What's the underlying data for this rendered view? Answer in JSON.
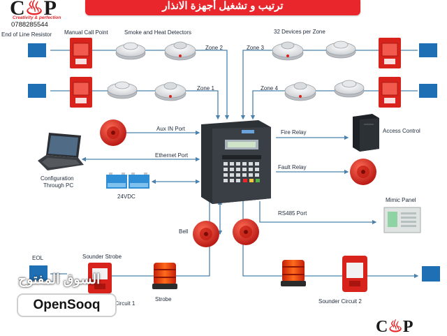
{
  "header": {
    "title": "ترتيب و تشغيل أجهزة الانذار"
  },
  "brand": {
    "logo_left": "C",
    "logo_mid": "♨",
    "logo_right": "P",
    "tagline": "Creativity & perfection",
    "phone": "0788285544"
  },
  "labels": {
    "eol_resistor": "End of Line Resistor",
    "manual_call_point": "Manual Call Point",
    "smoke_heat": "Smoke and Heat Detectors",
    "devices_per_zone": "32 Devices per Zone",
    "zone1": "Zone 1",
    "zone2": "Zone 2",
    "zone3": "Zone 3",
    "zone4": "Zone 4",
    "aux_in": "Aux IN Port",
    "ethernet": "Ethernet Port",
    "fire_relay": "Fire Relay",
    "access_control": "Access Control",
    "fault_relay": "Fault Relay",
    "config_1": "Configuration",
    "config_2": "Through PC",
    "vdc": "24VDC",
    "rs485": "RS485 Port",
    "mimic": "Mimic Panel",
    "bell": "Bell",
    "eol": "EOL",
    "sounder_strobe": "Sounder Strobe",
    "circuit1": "Circuit 1",
    "strobe": "Strobe",
    "sounder_circuit2": "Sounder Circuit 2"
  },
  "watermark": {
    "arabic": "السوق المفتوح",
    "latin": "OpenSooq"
  },
  "colors": {
    "wire": "#4a82ad",
    "red": "#e8262b",
    "eol_blue": "#1f6fb5",
    "panel": "#3a3f45"
  }
}
